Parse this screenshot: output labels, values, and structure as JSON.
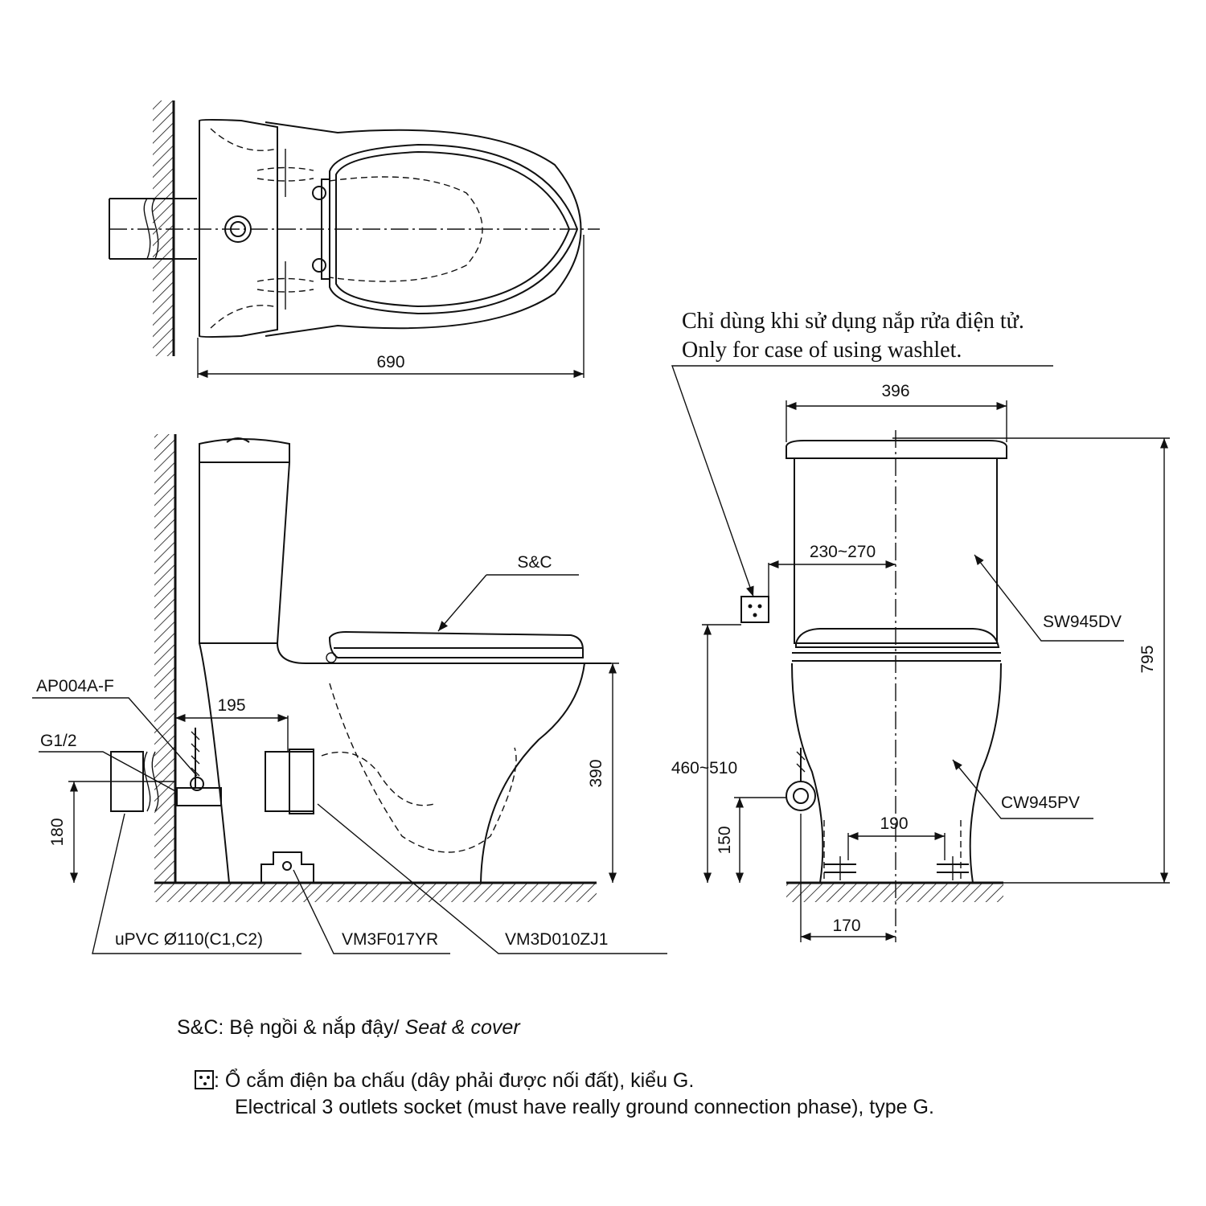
{
  "washlet_note": {
    "vi": "Chỉ dùng khi sử dụng nắp rửa điện tử.",
    "en": "Only for case of using washlet."
  },
  "dimensions": {
    "top_length": "690",
    "front_width": "396",
    "socket_offset": "230~270",
    "total_height": "795",
    "socket_height": "460~510",
    "supply_height_front": "150",
    "bolt_spacing": "190",
    "supply_offset": "170",
    "rough_in": "195",
    "seat_height": "390",
    "supply_height_side": "180"
  },
  "parts": {
    "seat": "S&C",
    "tank": "SW945DV",
    "bowl": "CW945PV",
    "stop_valve": "AP004A-F",
    "thread": "G1/2",
    "pipe": "uPVC Ø110(C1,C2)",
    "floor_fixing": "VM3F017YR",
    "flange": "VM3D010ZJ1"
  },
  "legend": {
    "sc_prefix": "S&C: Bệ ngồi & nắp đậy/ ",
    "sc_italic": "Seat & cover",
    "socket_vi": ": Ổ cắm điện ba chấu (dây phải được nối đất), kiểu G.",
    "socket_en": "Electrical 3 outlets socket (must have really ground connection phase), type G."
  }
}
